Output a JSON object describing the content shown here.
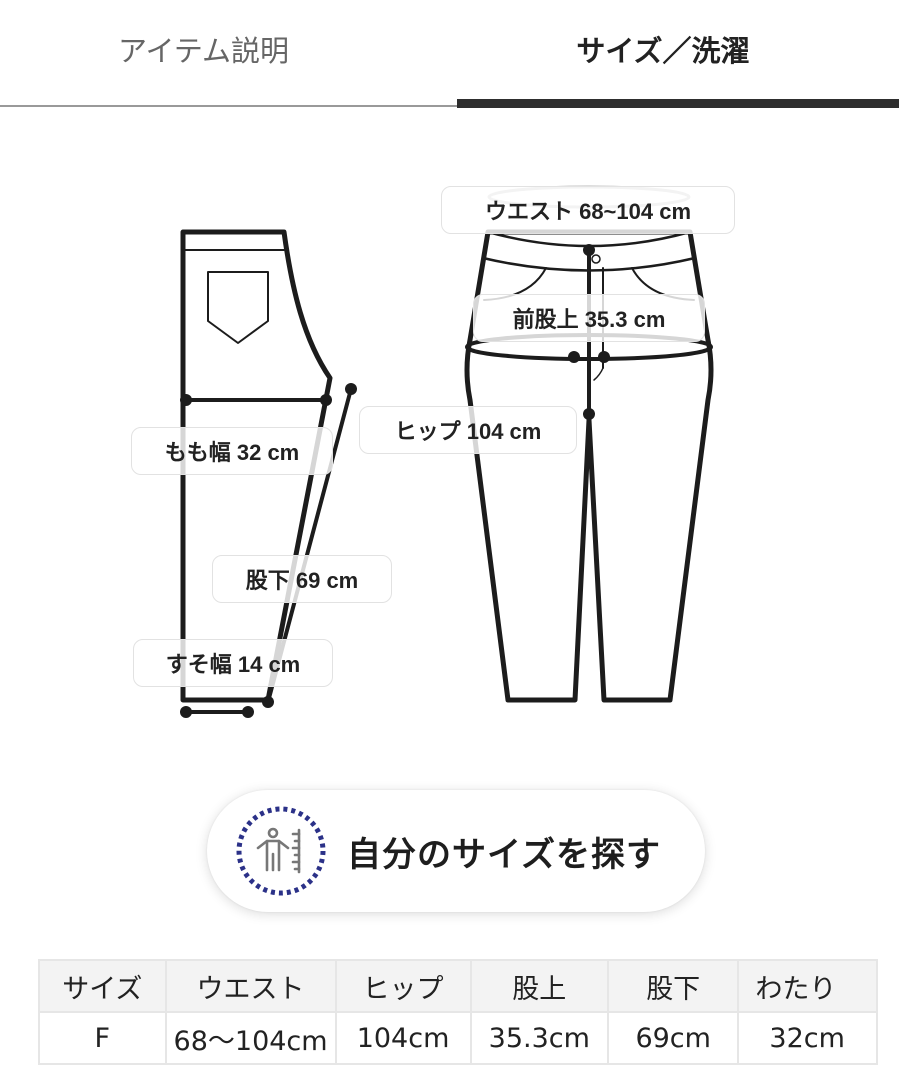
{
  "tabs": [
    {
      "label": "アイテム説明",
      "active": false
    },
    {
      "label": "サイズ／洗濯",
      "active": true
    }
  ],
  "diagram": {
    "labels": {
      "waist": "ウエスト 68~104 cm",
      "front_rise": "前股上 35.3 cm",
      "hip": "ヒップ 104 cm",
      "thigh": "もも幅 32 cm",
      "inseam": "股下 69 cm",
      "hem": "すそ幅 14 cm"
    }
  },
  "find_size_button": {
    "label": "自分のサイズを探す",
    "icon": "body-measure-icon",
    "icon_ring_color": "#2b3188"
  },
  "size_table": {
    "headers": [
      "サイズ",
      "ウエスト",
      "ヒップ",
      "股上",
      "股下",
      "わたり"
    ],
    "rows": [
      [
        "F",
        "68〜104cm",
        "104cm",
        "35.3cm",
        "69cm",
        "32cm"
      ]
    ]
  }
}
